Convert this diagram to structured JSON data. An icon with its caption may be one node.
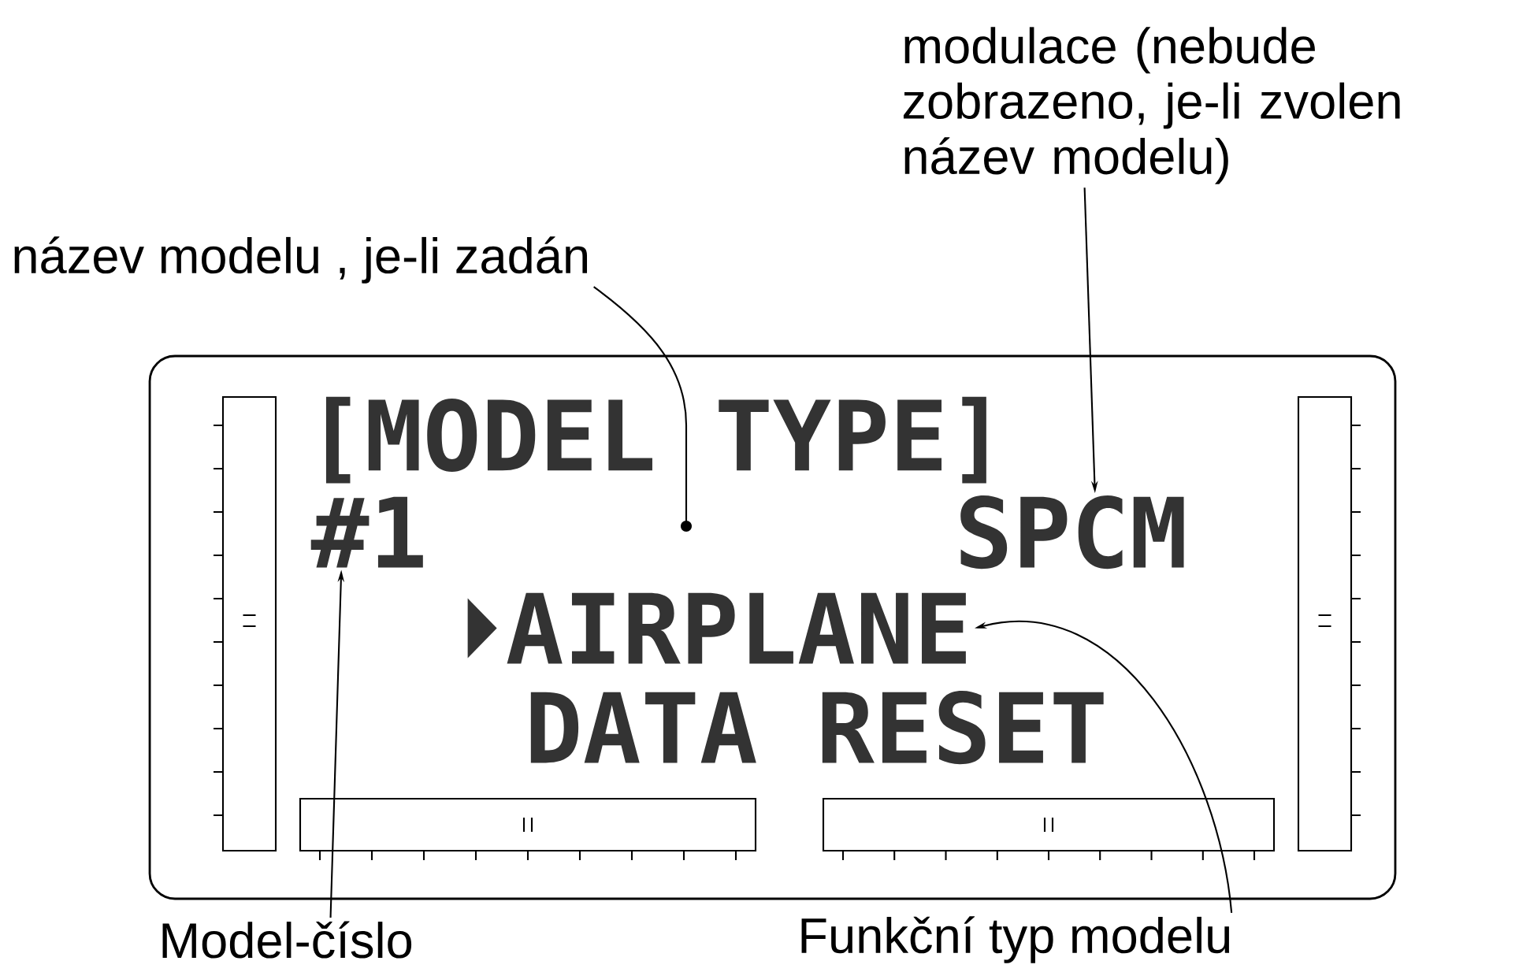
{
  "diagram": {
    "nodes": [
      {
        "text": [
          "modulace (nebude zobrazeno, je-li zvolen název modelu)"
        ]
      },
      {
        "text": [
          "název modelu , je-li zadán"
        ]
      },
      {
        "text": [],
        "shape": "box"
      },
      {
        "text": [
          "[MODEL TYPE]"
        ],
        "in": 2
      },
      {
        "text": [
          "#1"
        ],
        "in": 2
      },
      {
        "text": [
          "SPCM"
        ],
        "in": 2
      },
      {
        "text": [
          "AIRPLANE"
        ],
        "in": 2
      },
      {
        "text": [
          "DATA RESET"
        ],
        "in": 2
      },
      {
        "text": [
          "Model-číslo"
        ]
      },
      {
        "text": [
          "Funkční typ modelu"
        ]
      }
    ],
    "edges": [
      {
        "from": 1,
        "to": null,
        "arrow": "other"
      },
      {
        "from": 0,
        "to": 5,
        "arrow": "to"
      },
      {
        "from": 8,
        "to": 4,
        "arrow": "to"
      },
      {
        "from": 9,
        "to": 6,
        "arrow": "to"
      }
    ]
  }
}
